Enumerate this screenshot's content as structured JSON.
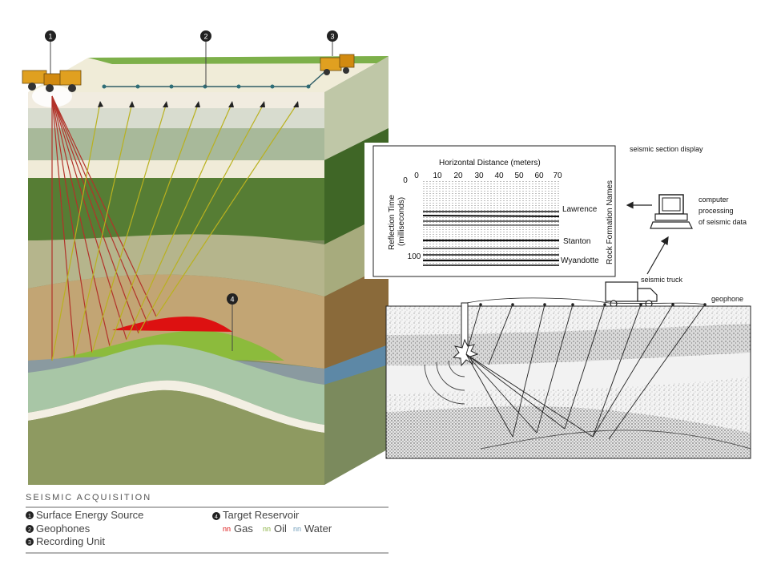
{
  "left_diagram": {
    "legend": {
      "heading": "SEISMIC ACQUISITION",
      "markers": [
        "1",
        "2",
        "3",
        "4"
      ],
      "items": [
        {
          "number": "1",
          "label": "Surface Energy Source"
        },
        {
          "number": "2",
          "label": "Geophones"
        },
        {
          "number": "3",
          "label": "Recording Unit"
        },
        {
          "number": "4",
          "label": "Target Reservoir"
        }
      ],
      "fluids": [
        {
          "swatch": "nn",
          "label": "Gas",
          "color": "#dd1111"
        },
        {
          "swatch": "nn",
          "label": "Oil",
          "color": "#88b040"
        },
        {
          "swatch": "nn",
          "label": "Water",
          "color": "#6f9dba"
        }
      ]
    },
    "colors": {
      "gas": "#dd1111",
      "oil": "#8cbb3c",
      "ray_down": "#b2332a",
      "ray_up": "#b9b11f"
    }
  },
  "right_diagram": {
    "section_caption": "seismic section display",
    "x_axis_title": "Horizontal Distance (meters)",
    "x_ticks": [
      "0",
      "10",
      "20",
      "30",
      "40",
      "50",
      "60",
      "70"
    ],
    "y_axis_title_line1": "Reflection Time",
    "y_axis_title_line2": "(milliseconds)",
    "y_ticks": [
      "0",
      "100"
    ],
    "formations_title": "Rock Formation Names",
    "formations": [
      "Lawrence",
      "Stanton",
      "Wyandotte"
    ],
    "computer_label_lines": [
      "computer",
      "processing",
      "of seismic data"
    ],
    "truck_label": "seismic truck",
    "geophone_label": "geophone"
  }
}
